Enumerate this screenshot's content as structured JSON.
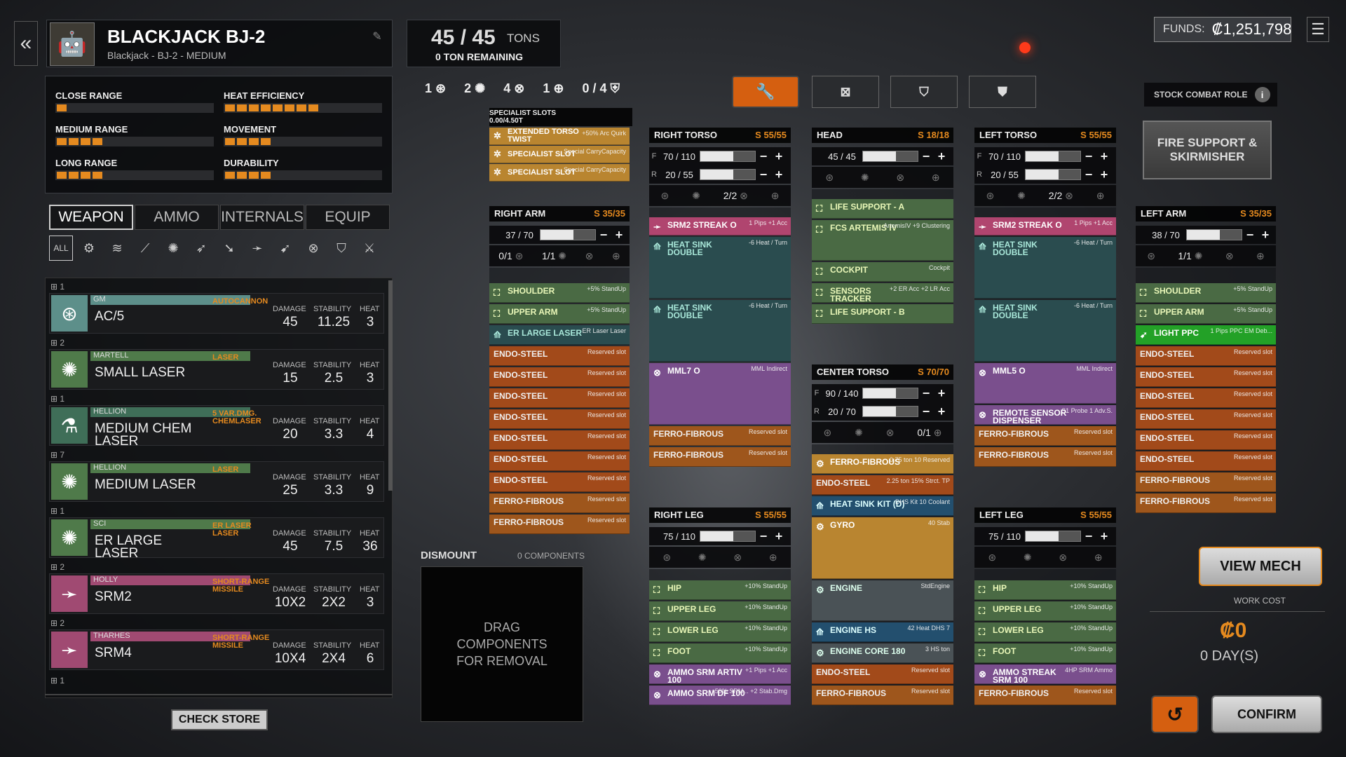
{
  "mech": {
    "name": "BLACKJACK BJ-2",
    "subtitle": "Blackjack - BJ-2 - MEDIUM"
  },
  "tonnage": {
    "value": "45 / 45",
    "unit": "TONS",
    "remaining": "0 TON REMAINING"
  },
  "hardpoints": [
    {
      "count": "1"
    },
    {
      "count": "2"
    },
    {
      "count": "4"
    },
    {
      "count": "1"
    },
    {
      "count": "0 / 4"
    }
  ],
  "funds": {
    "label": "FUNDS:",
    "value": "₡1,251,798"
  },
  "stats": [
    {
      "label": "CLOSE RANGE",
      "level": 1
    },
    {
      "label": "HEAT EFFICIENCY",
      "level": 8
    },
    {
      "label": "MEDIUM RANGE",
      "level": 4
    },
    {
      "label": "MOVEMENT",
      "level": 4
    },
    {
      "label": "LONG RANGE",
      "level": 4
    },
    {
      "label": "DURABILITY",
      "level": 4
    }
  ],
  "tabs": [
    "WEAPON",
    "AMMO",
    "INTERNALS",
    "EQUIP"
  ],
  "weapons": [
    {
      "group": "1",
      "mfr": "GM",
      "type": "AUTOCANNON",
      "name": "AC/5",
      "damage": "45",
      "stability": "11.25",
      "heat": "3"
    },
    {
      "group": "2",
      "mfr": "MARTELL",
      "type": "LASER",
      "name": "SMALL LASER",
      "damage": "15",
      "stability": "2.5",
      "heat": "3"
    },
    {
      "group": "1",
      "mfr": "HELLION",
      "type": "5 VAR.DMG. CHEMLASER",
      "name": "MEDIUM CHEM LASER",
      "damage": "20",
      "stability": "3.3",
      "heat": "4"
    },
    {
      "group": "7",
      "mfr": "HELLION",
      "type": "LASER",
      "name": "MEDIUM LASER",
      "damage": "25",
      "stability": "3.3",
      "heat": "9"
    },
    {
      "group": "1",
      "mfr": "SCI",
      "type": "ER LASER LASER",
      "name": "ER LARGE LASER",
      "damage": "45",
      "stability": "7.5",
      "heat": "36"
    },
    {
      "group": "2",
      "mfr": "HOLLY",
      "type": "SHORT-RANGE MISSILE",
      "name": "SRM2",
      "damage": "10X2",
      "stability": "2X2",
      "heat": "3"
    },
    {
      "group": "2",
      "mfr": "THARHES",
      "type": "SHORT-RANGE MISSILE",
      "name": "SRM4",
      "damage": "10X4",
      "stability": "2X4",
      "heat": "6"
    }
  ],
  "weapon_labels": {
    "damage": "DAMAGE",
    "stability": "STABILITY",
    "heat": "HEAT"
  },
  "last_group": "1",
  "check_store": "CHECK STORE",
  "dismount": {
    "title": "DISMOUNT",
    "count": "0 COMPONENTS",
    "hint": "DRAG COMPONENTS FOR REMOVAL"
  },
  "specialist": {
    "title": "SPECIALIST SLOTS",
    "sub": "0.00/4.50T",
    "slots": [
      {
        "name": "EXTENDED TORSO TWIST",
        "effect": "+50% Arc Quirk"
      },
      {
        "name": "SPECIALIST SLOT",
        "effect": "Special CarryCapacity"
      },
      {
        "name": "SPECIALIST SLOT",
        "effect": "Special CarryCapacity"
      }
    ]
  },
  "stock_role": {
    "label": "STOCK COMBAT ROLE",
    "value": "FIRE SUPPORT & SKIRMISHER"
  },
  "locations": {
    "right_arm": {
      "title": "RIGHT ARM",
      "slots": "S 35/35",
      "armor": [
        "37 / 70"
      ],
      "hp": [
        "0/1",
        "1/1",
        "",
        ""
      ]
    },
    "right_torso": {
      "title": "RIGHT TORSO",
      "slots": "S 55/55",
      "armor": [
        "70 / 110",
        "20 / 55"
      ],
      "hp": [
        "",
        "",
        "2/2",
        ""
      ]
    },
    "head": {
      "title": "HEAD",
      "slots": "S 18/18",
      "armor": [
        "45 / 45"
      ],
      "hp": [
        "",
        "",
        "",
        ""
      ]
    },
    "left_torso": {
      "title": "LEFT TORSO",
      "slots": "S 55/55",
      "armor": [
        "70 / 110",
        "20 / 55"
      ],
      "hp": [
        "",
        "",
        "2/2",
        ""
      ]
    },
    "left_arm": {
      "title": "LEFT ARM",
      "slots": "S 35/35",
      "armor": [
        "38 / 70"
      ],
      "hp": [
        "",
        "1/1",
        "",
        ""
      ]
    },
    "center_torso": {
      "title": "CENTER TORSO",
      "slots": "S 70/70",
      "armor": [
        "90 / 140",
        "20 / 70"
      ],
      "hp": [
        "",
        "",
        "",
        "0/1"
      ]
    },
    "right_leg": {
      "title": "RIGHT LEG",
      "slots": "S 55/55",
      "armor": [
        "75 / 110"
      ],
      "hp": [
        "",
        "",
        "",
        ""
      ]
    },
    "left_leg": {
      "title": "LEFT LEG",
      "slots": "S 55/55",
      "armor": [
        "75 / 110"
      ],
      "hp": [
        "",
        "",
        "",
        ""
      ]
    }
  },
  "ra_slots": [
    {
      "n": "SHOULDER",
      "e": "+5% StandUp",
      "c": "green"
    },
    {
      "n": "UPPER ARM",
      "e": "+5% StandUp",
      "c": "green"
    },
    {
      "n": "ER LARGE LASER",
      "e": "ER Laser Laser",
      "c": "teal"
    },
    {
      "n": "ENDO-STEEL",
      "e": "Reserved slot",
      "c": "endo"
    },
    {
      "n": "ENDO-STEEL",
      "e": "Reserved slot",
      "c": "endo"
    },
    {
      "n": "ENDO-STEEL",
      "e": "Reserved slot",
      "c": "endo"
    },
    {
      "n": "ENDO-STEEL",
      "e": "Reserved slot",
      "c": "endo"
    },
    {
      "n": "ENDO-STEEL",
      "e": "Reserved slot",
      "c": "endo"
    },
    {
      "n": "ENDO-STEEL",
      "e": "Reserved slot",
      "c": "endo"
    },
    {
      "n": "ENDO-STEEL",
      "e": "Reserved slot",
      "c": "endo"
    },
    {
      "n": "FERRO-FIBROUS",
      "e": "Reserved slot",
      "c": "ferro"
    },
    {
      "n": "FERRO-FIBROUS",
      "e": "Reserved slot",
      "c": "ferro"
    }
  ],
  "rt_slots": [
    {
      "n": "SRM2 STREAK O",
      "e": "1 Pips +1 Acc",
      "c": "pink"
    },
    {
      "n": "HEAT SINK DOUBLE",
      "e": "-6 Heat / Turn",
      "c": "teal"
    },
    {
      "n": "HEAT SINK DOUBLE",
      "e": "-6 Heat / Turn",
      "c": "teal"
    },
    {
      "n": "MML7 O",
      "e": "MML Indirect",
      "c": "purple"
    },
    {
      "n": "FERRO-FIBROUS",
      "e": "Reserved slot",
      "c": "ferro"
    },
    {
      "n": "FERRO-FIBROUS",
      "e": "Reserved slot",
      "c": "ferro"
    }
  ],
  "hd_slots": [
    {
      "n": "LIFE SUPPORT - A",
      "e": "",
      "c": "green"
    },
    {
      "n": "FCS ARTEMIS IV",
      "e": "ArtemisIV +9 Clustering",
      "c": "green"
    },
    {
      "n": "COCKPIT",
      "e": "Cockpit",
      "c": "green"
    },
    {
      "n": "SENSORS TRACKER",
      "e": "+2 ER Acc +2 LR Acc",
      "c": "green"
    },
    {
      "n": "LIFE SUPPORT - B",
      "e": "",
      "c": "green"
    }
  ],
  "lt_slots": [
    {
      "n": "SRM2 STREAK O",
      "e": "1 Pips +1 Acc",
      "c": "pink"
    },
    {
      "n": "HEAT SINK DOUBLE",
      "e": "-6 Heat / Turn",
      "c": "teal"
    },
    {
      "n": "HEAT SINK DOUBLE",
      "e": "-6 Heat / Turn",
      "c": "teal"
    },
    {
      "n": "MML5 O",
      "e": "MML Indirect",
      "c": "purple"
    },
    {
      "n": "REMOTE SENSOR DISPENSER",
      "e": "S1 Probe 1 Adv.S.",
      "c": "purple"
    },
    {
      "n": "FERRO-FIBROUS",
      "e": "Reserved slot",
      "c": "ferro"
    },
    {
      "n": "FERRO-FIBROUS",
      "e": "Reserved slot",
      "c": "ferro"
    }
  ],
  "la_slots": [
    {
      "n": "SHOULDER",
      "e": "+5% StandUp",
      "c": "green"
    },
    {
      "n": "UPPER ARM",
      "e": "+5% StandUp",
      "c": "green"
    },
    {
      "n": "LIGHT PPC",
      "e": "1 Pips PPC EM Deb...",
      "c": "bright"
    },
    {
      "n": "ENDO-STEEL",
      "e": "Reserved slot",
      "c": "endo"
    },
    {
      "n": "ENDO-STEEL",
      "e": "Reserved slot",
      "c": "endo"
    },
    {
      "n": "ENDO-STEEL",
      "e": "Reserved slot",
      "c": "endo"
    },
    {
      "n": "ENDO-STEEL",
      "e": "Reserved slot",
      "c": "endo"
    },
    {
      "n": "ENDO-STEEL",
      "e": "Reserved slot",
      "c": "endo"
    },
    {
      "n": "ENDO-STEEL",
      "e": "Reserved slot",
      "c": "endo"
    },
    {
      "n": "FERRO-FIBROUS",
      "e": "Reserved slot",
      "c": "ferro"
    },
    {
      "n": "FERRO-FIBROUS",
      "e": "Reserved slot",
      "c": "ferro"
    }
  ],
  "ct_slots": [
    {
      "n": "FERRO-FIBROUS",
      "e": "0.75 ton 10 Reserved",
      "c": "gold"
    },
    {
      "n": "ENDO-STEEL",
      "e": "2.25 ton 15% Strct. TP",
      "c": "endo"
    },
    {
      "n": "HEAT SINK KIT (D)",
      "e": "DHS Kit 10 Coolant",
      "c": "blue"
    },
    {
      "n": "GYRO",
      "e": "40 Stab",
      "c": "gold"
    },
    {
      "n": "ENGINE",
      "e": "StdEngine",
      "c": "gray"
    },
    {
      "n": "ENGINE HS",
      "e": "42 Heat DHS 7",
      "c": "blue"
    },
    {
      "n": "ENGINE CORE 180",
      "e": "3 HS ton",
      "c": "gray"
    },
    {
      "n": "ENDO-STEEL",
      "e": "Reserved slot",
      "c": "endo"
    },
    {
      "n": "FERRO-FIBROUS",
      "e": "Reserved slot",
      "c": "ferro"
    }
  ],
  "rl_slots": [
    {
      "n": "HIP",
      "e": "+10% StandUp",
      "c": "green"
    },
    {
      "n": "UPPER LEG",
      "e": "+10% StandUp",
      "c": "green"
    },
    {
      "n": "LOWER LEG",
      "e": "+10% StandUp",
      "c": "green"
    },
    {
      "n": "FOOT",
      "e": "+10% StandUp",
      "c": "green"
    },
    {
      "n": "AMMO SRM ARTIV 100",
      "e": "+1 Pips +1 Acc",
      "c": "purple"
    },
    {
      "n": "AMMO SRM DF 100",
      "e": "+50% SRM... +2 Stab.Dmg",
      "c": "purple"
    }
  ],
  "ll_slots": [
    {
      "n": "HIP",
      "e": "+10% StandUp",
      "c": "green"
    },
    {
      "n": "UPPER LEG",
      "e": "+10% StandUp",
      "c": "green"
    },
    {
      "n": "LOWER LEG",
      "e": "+10% StandUp",
      "c": "green"
    },
    {
      "n": "FOOT",
      "e": "+10% StandUp",
      "c": "green"
    },
    {
      "n": "AMMO STREAK SRM 100",
      "e": "4HP SRM Ammo",
      "c": "purple"
    },
    {
      "n": "FERRO-FIBROUS",
      "e": "Reserved slot",
      "c": "ferro"
    }
  ],
  "view_mech": "VIEW MECH",
  "work_cost": {
    "label": "WORK COST",
    "value": "₡0",
    "days": "0 DAY(S)"
  },
  "confirm": "CONFIRM",
  "colors": {
    "accent": "#e58a1f",
    "endo": "#a24a1a",
    "green": "#4a6a44",
    "pink": "#b0456f",
    "purple": "#7a4f8d",
    "bright": "#23a127"
  }
}
